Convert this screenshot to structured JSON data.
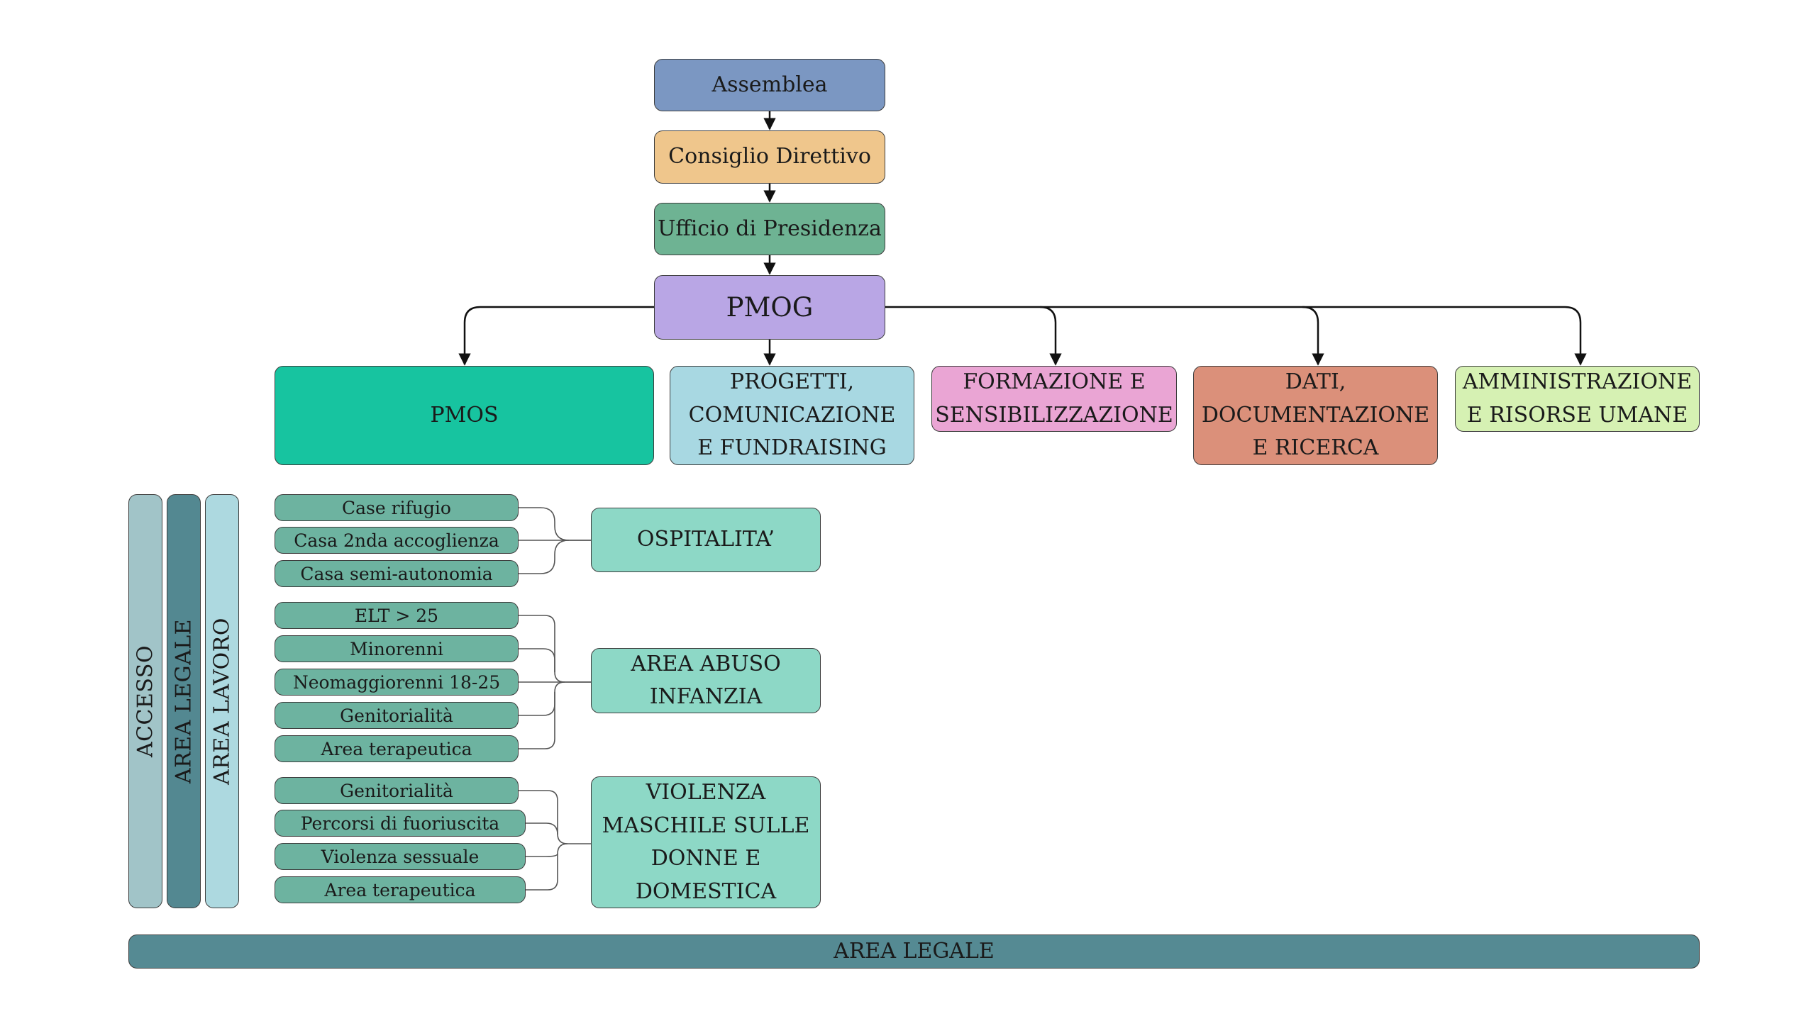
{
  "colors": {
    "assemblea": "#7b97c2",
    "consiglio": "#efc68c",
    "ufficio": "#6eb393",
    "pmog": "#b9a6e5",
    "pmos": "#17c4a0",
    "progetti": "#a8d8e2",
    "formazione": "#eaa5d4",
    "dati": "#db907a",
    "amministrazione": "#d6f1b3",
    "group_box": "#8dd8c6",
    "pill": "#6db3a0",
    "accesso": "#a1c4c8",
    "area_legale": "#538891",
    "area_lavoro": "#add9e0",
    "bottom_bar": "#558a93"
  },
  "top_chain": {
    "assemblea": "Assemblea",
    "consiglio": "Consiglio Direttivo",
    "ufficio": "Ufficio di Presidenza",
    "pmog": "PMOG"
  },
  "departments": {
    "pmos": "PMOS",
    "progetti": [
      "PROGETTI,",
      "COMUNICAZIONE",
      "E FUNDRAISING"
    ],
    "formazione": [
      "FORMAZIONE E",
      "SENSIBILIZZAZIONE"
    ],
    "dati": [
      "DATI,",
      "DOCUMENTAZIONE",
      "E RICERCA"
    ],
    "amministrazione": [
      "AMMINISTRAZIONE",
      "E RISORSE UMANE"
    ]
  },
  "vertical_bars": {
    "accesso": "ACCESSO",
    "area_legale": "AREA LEGALE",
    "area_lavoro": "AREA LAVORO"
  },
  "groups": {
    "ospitalita": {
      "label": [
        "OSPITALITA’"
      ],
      "items": [
        "Case rifugio",
        "Casa 2nda accoglienza",
        "Casa semi-autonomia"
      ]
    },
    "abuso": {
      "label": [
        "AREA ABUSO",
        "INFANZIA"
      ],
      "items": [
        "ELT > 25",
        "Minorenni",
        "Neomaggiorenni 18-25",
        "Genitorialità",
        "Area terapeutica"
      ]
    },
    "violenza": {
      "label": [
        "VIOLENZA",
        "MASCHILE SULLE",
        "DONNE E",
        "DOMESTICA"
      ],
      "items": [
        "Genitorialità",
        "Percorsi di fuoriuscita",
        "Violenza sessuale",
        "Area terapeutica"
      ]
    }
  },
  "bottom_bar": "AREA LEGALE"
}
